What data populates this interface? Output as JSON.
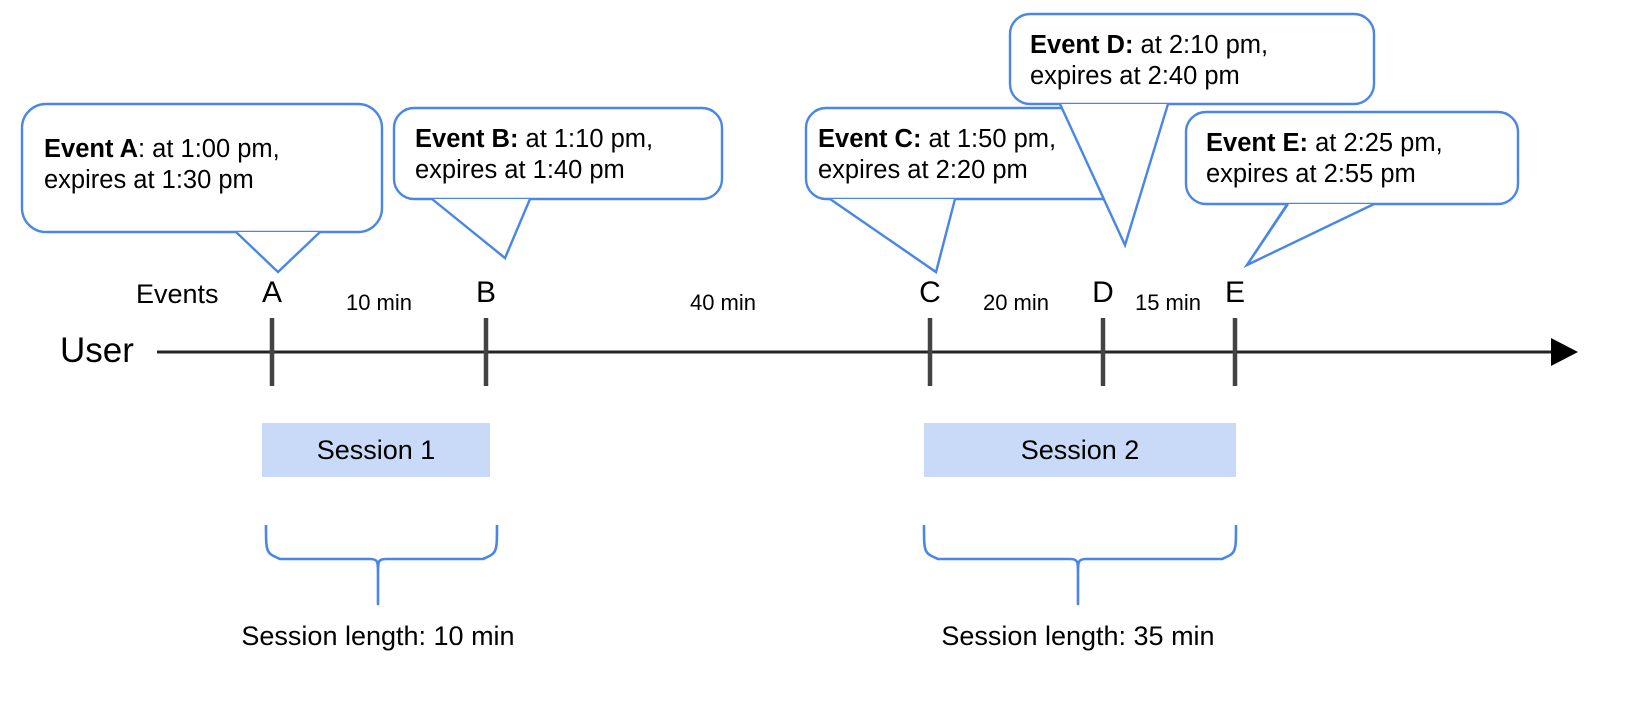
{
  "diagram": {
    "title": "Session timeline with event expiry callouts",
    "colors": {
      "callout_border": "#4a86e8",
      "callout_fill": "#ffffff",
      "session_fill": "#c9daf8",
      "axis": "#262626",
      "tick": "#434343",
      "brace": "#4a86e8",
      "text": "#000000"
    },
    "axis": {
      "row_label": "User",
      "events_label": "Events",
      "arrow_direction": "right"
    },
    "callouts": [
      {
        "id": "A",
        "title": "Event A",
        "separator": ":",
        "line1_rest": " at 1:00 pm,",
        "line2": "expires at 1:30 pm",
        "event_time": "1:00 pm",
        "expires_time": "1:30 pm"
      },
      {
        "id": "B",
        "title": "Event B:",
        "separator": "",
        "line1_rest": " at 1:10 pm,",
        "line2": "expires at 1:40 pm",
        "event_time": "1:10 pm",
        "expires_time": "1:40 pm"
      },
      {
        "id": "C",
        "title": "Event C:",
        "separator": "",
        "line1_rest": " at 1:50 pm,",
        "line2": "expires at 2:20 pm",
        "event_time": "1:50 pm",
        "expires_time": "2:20 pm"
      },
      {
        "id": "D",
        "title": "Event D:",
        "separator": "",
        "line1_rest": " at 2:10 pm,",
        "line2": "expires at 2:40 pm",
        "event_time": "2:10 pm",
        "expires_time": "2:40 pm"
      },
      {
        "id": "E",
        "title": "Event E:",
        "separator": "",
        "line1_rest": " at 2:25 pm,",
        "line2": "expires at 2:55 pm",
        "event_time": "2:25 pm",
        "expires_time": "2:55 pm"
      }
    ],
    "ticks": [
      {
        "label": "A"
      },
      {
        "label": "B"
      },
      {
        "label": "C"
      },
      {
        "label": "D"
      },
      {
        "label": "E"
      }
    ],
    "gaps": [
      {
        "label": "10 min",
        "between": "A-B"
      },
      {
        "label": "40 min",
        "between": "B-C"
      },
      {
        "label": "20 min",
        "between": "C-D"
      },
      {
        "label": "15 min",
        "between": "D-E"
      }
    ],
    "sessions": [
      {
        "label": "Session 1",
        "caption": "Session length: 10 min"
      },
      {
        "label": "Session 2",
        "caption": "Session length: 35 min"
      }
    ]
  }
}
